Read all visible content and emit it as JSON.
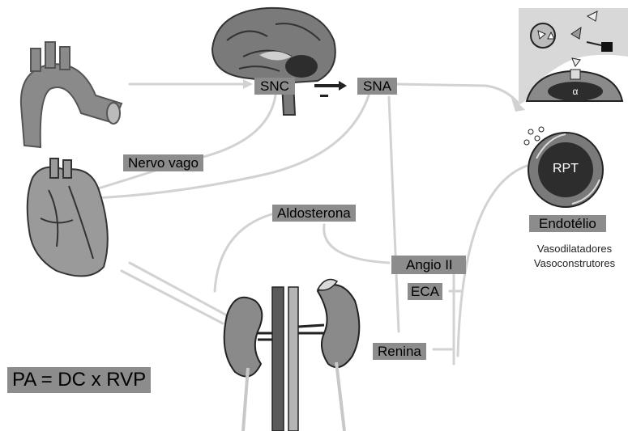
{
  "labels": {
    "snc": "SNC",
    "sna": "SNA",
    "nervo_vago": "Nervo vago",
    "aldosterona": "Aldosterona",
    "angio_ii": "Angio II",
    "eca": "ECA",
    "renina": "Renina",
    "endotelio": "Endotélio",
    "rpt": "RPT",
    "alpha": "α",
    "vasodilatadores": "Vasodilatadores",
    "vasoconstrutores": "Vasoconstrutores",
    "equation": "PA = DC x RVP"
  },
  "colors": {
    "label_background": "#8c8c8c",
    "organ_fill": "#8a8a8a",
    "arrow_line": "#d2d2d2"
  },
  "icons": [
    "aorta-icon",
    "brain-icon",
    "heart-icon",
    "kidneys-icon",
    "receptor-cell-icon",
    "endothelial-cell-icon"
  ]
}
